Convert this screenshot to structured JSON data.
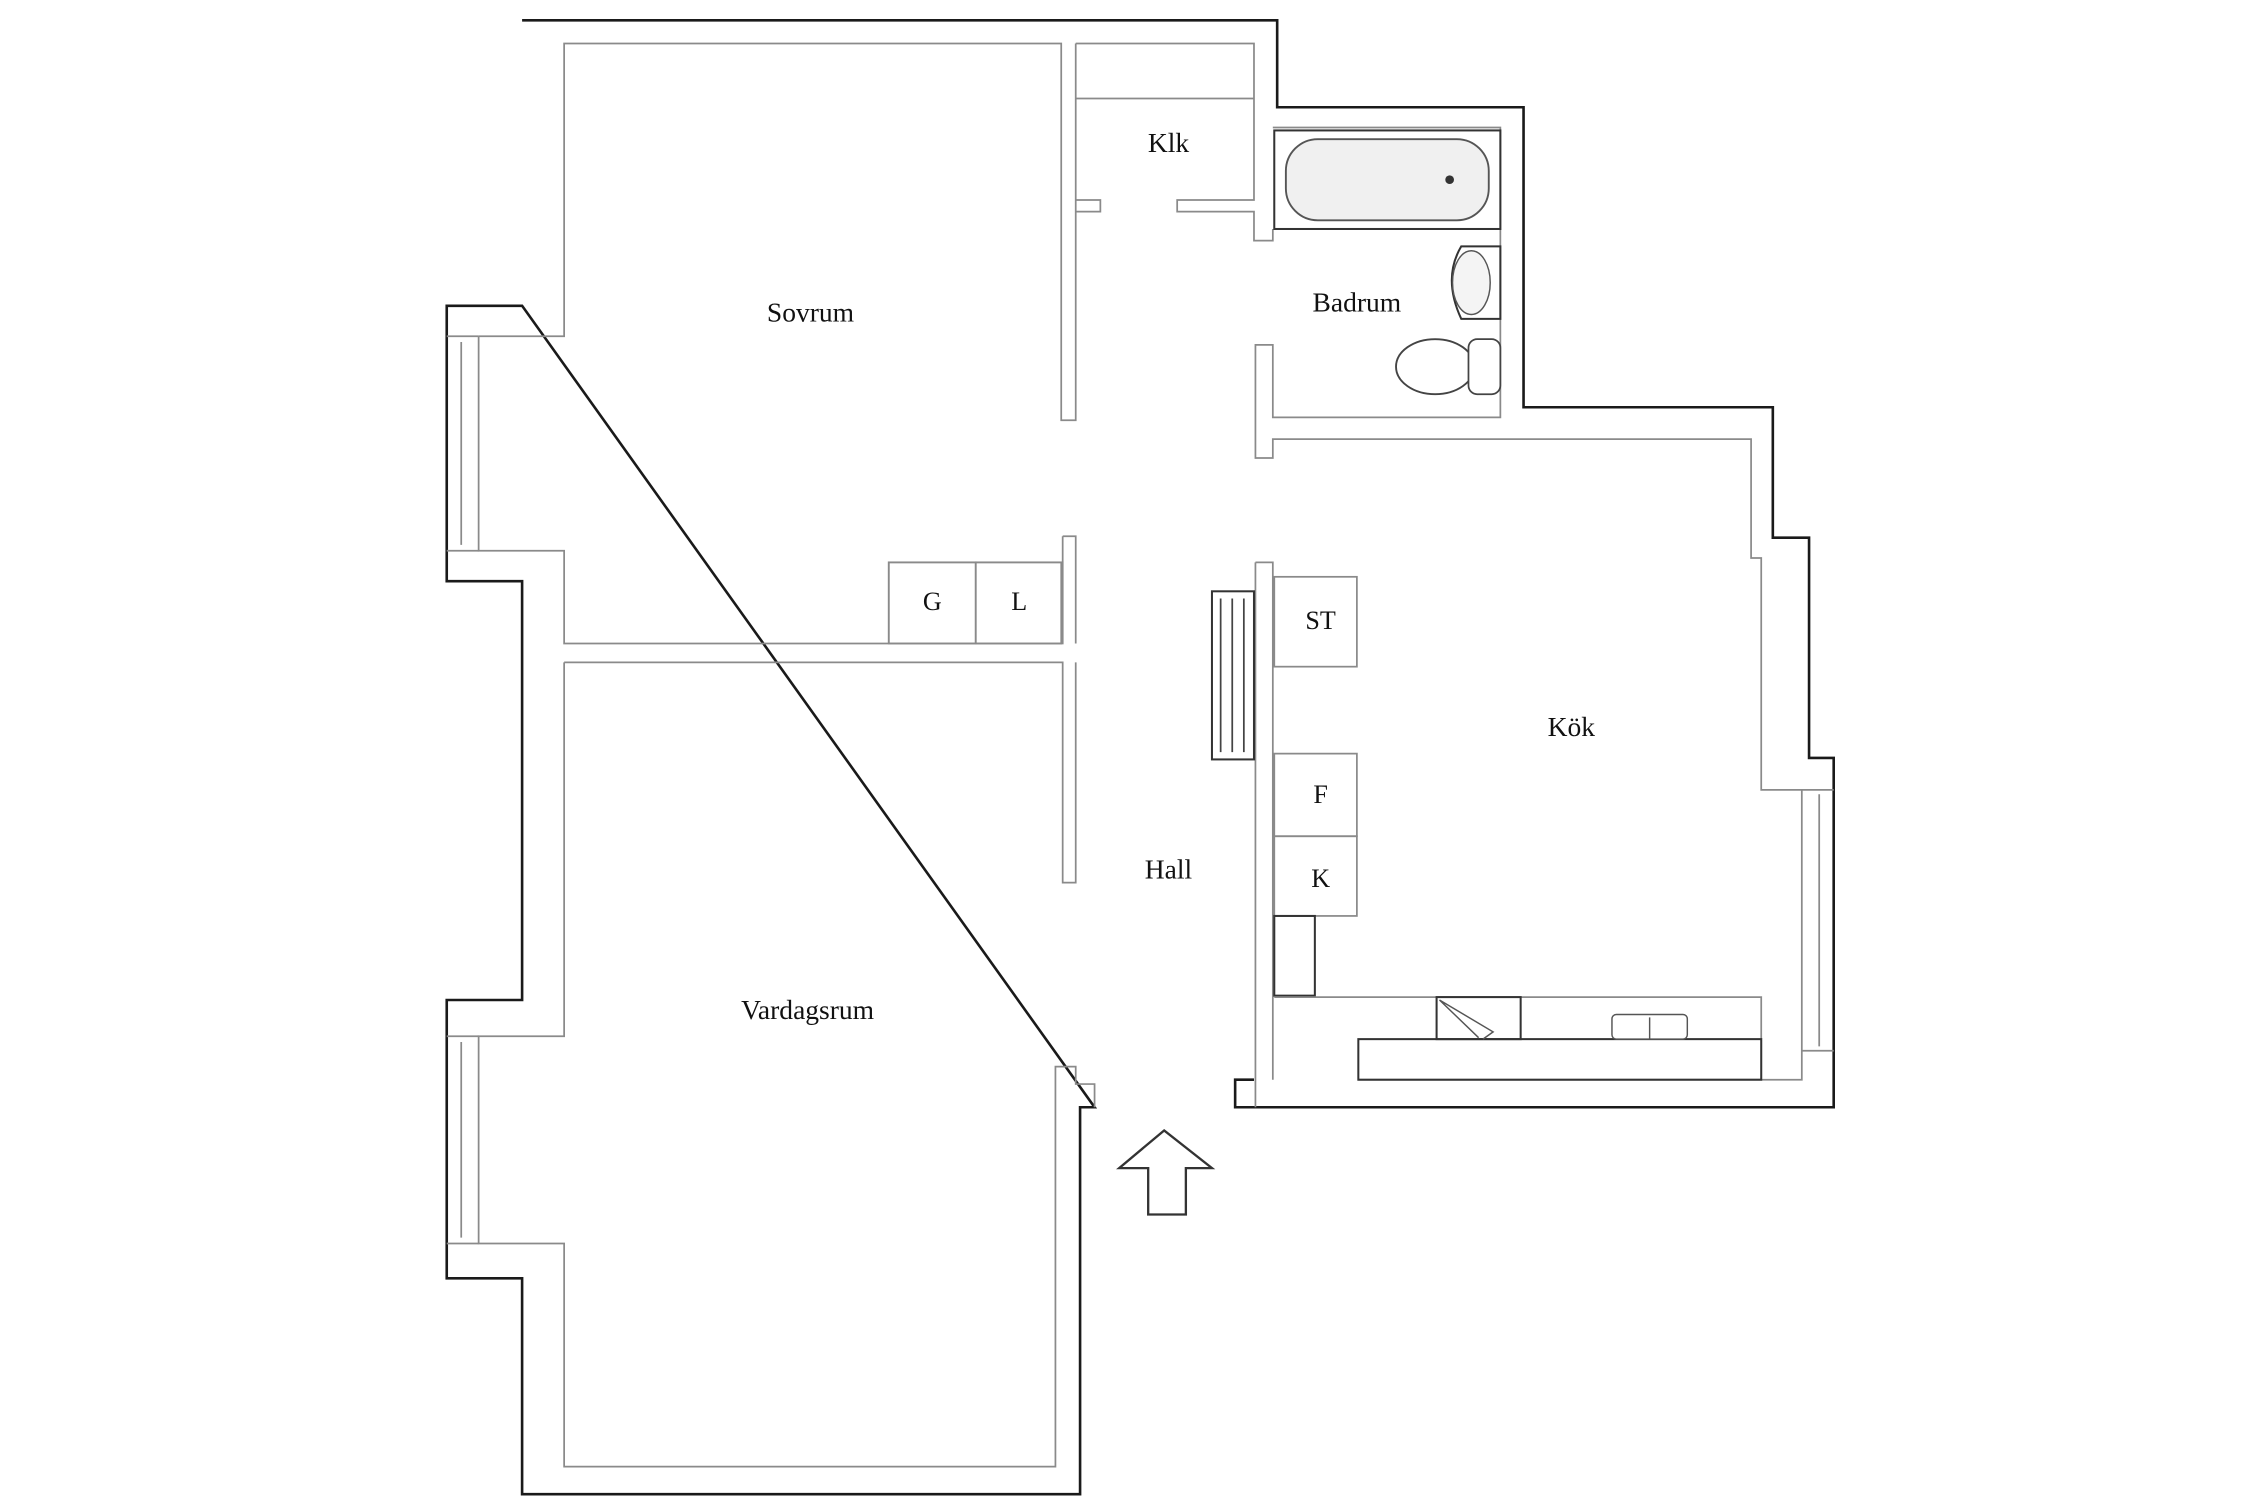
{
  "plan": {
    "rooms": [
      {
        "id": "sovrum",
        "label": "Sovrum"
      },
      {
        "id": "klk",
        "label": "Klk"
      },
      {
        "id": "badrum",
        "label": "Badrum"
      },
      {
        "id": "kok",
        "label": "Kök"
      },
      {
        "id": "hall",
        "label": "Hall"
      },
      {
        "id": "vardagsrum",
        "label": "Vardagsrum"
      }
    ],
    "fixtures": [
      {
        "id": "g",
        "label": "G"
      },
      {
        "id": "l",
        "label": "L"
      },
      {
        "id": "st",
        "label": "ST"
      },
      {
        "id": "f",
        "label": "F"
      },
      {
        "id": "k",
        "label": "K"
      }
    ],
    "entrance": {
      "icon": "entrance-arrow-icon",
      "direction": "up"
    },
    "colors": {
      "outer_wall": "#1a1a1a",
      "inner_wall": "#8a8a8a",
      "background": "#ffffff"
    }
  }
}
